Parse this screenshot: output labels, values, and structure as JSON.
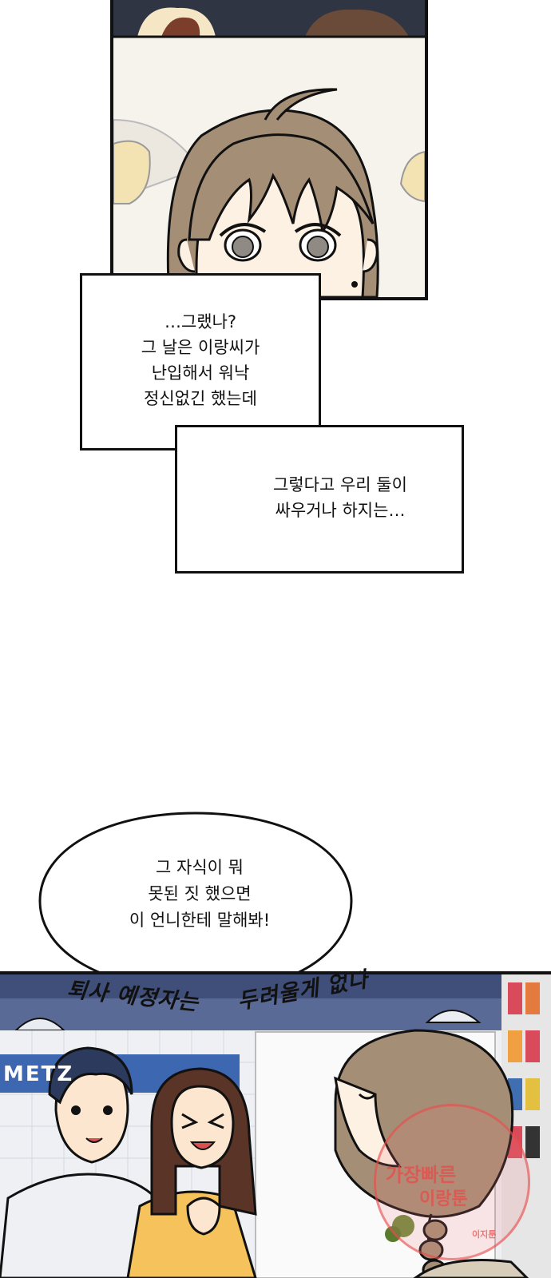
{
  "narration_box_1": {
    "lines": [
      "…그랬나?",
      "그 날은 이랑씨가",
      "난입해서 워낙",
      "정신없긴 했는데"
    ]
  },
  "narration_box_2": {
    "lines": [
      "그렇다고 우리 둘이",
      "싸우거나 하지는…"
    ]
  },
  "speech_bubble": {
    "lines": [
      "그 자식이 뭐",
      "못된 짓 했으면",
      "이 언니한테 말해봐!"
    ]
  },
  "sfx": {
    "left": "퇴사 예정자는",
    "right": "두려울게 없다"
  },
  "store_sign": "METZ",
  "watermark": {
    "line1": "가장빠른",
    "line2": "이랑툰",
    "small": "이지툰"
  },
  "colors": {
    "hair": "#a58e76",
    "panel_border": "#111111",
    "watermark": "#e84a4a"
  }
}
